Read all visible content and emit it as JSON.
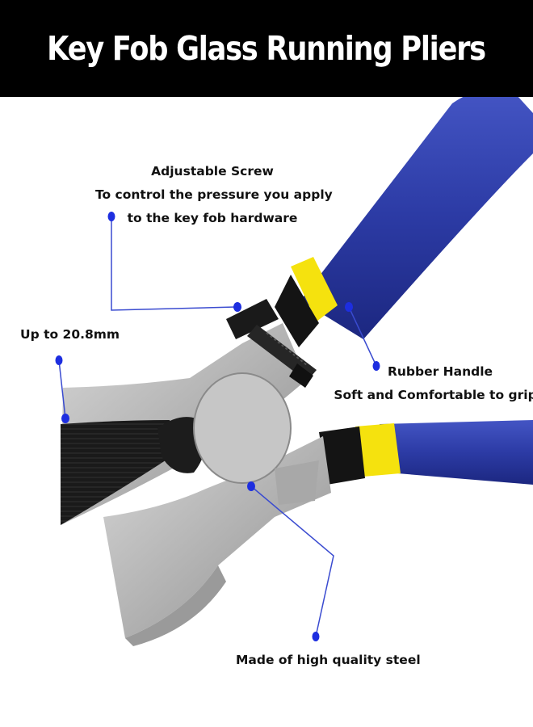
{
  "title": "Key Fob Glass Running Pliers",
  "callouts": {
    "screw": {
      "line1": "Adjustable Screw",
      "line2": "To control the pressure you apply",
      "line3": "to the key fob hardware"
    },
    "width": {
      "line1": "Up to 20.8mm"
    },
    "handle": {
      "line1": "Rubber Handle",
      "line2": "Soft and Comfortable to grip"
    },
    "steel": {
      "line1": "Made of high quality steel"
    }
  },
  "colors": {
    "title_bar": "#000000",
    "marker": "#1d2ee0",
    "handle": "#2e3fae",
    "handle_band": "#f5e20e",
    "steel": "#b9b9b9",
    "steel_dark": "#1e1e1e"
  }
}
